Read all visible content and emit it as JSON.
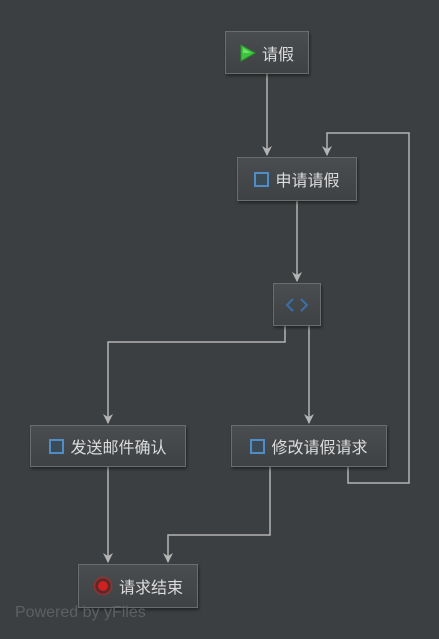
{
  "diagram": {
    "nodes": [
      {
        "id": "start",
        "type": "start-event",
        "icon": "play-triangle-icon",
        "label": "请假"
      },
      {
        "id": "apply",
        "type": "user-task",
        "icon": "task-square-icon",
        "label": "申请请假"
      },
      {
        "id": "gateway",
        "type": "exclusive-gateway",
        "icon": "gateway-diamond-icon",
        "label": ""
      },
      {
        "id": "email",
        "type": "user-task",
        "icon": "task-square-icon",
        "label": "发送邮件确认"
      },
      {
        "id": "modify",
        "type": "user-task",
        "icon": "task-square-icon",
        "label": "修改请假请求"
      },
      {
        "id": "end",
        "type": "end-event",
        "icon": "end-event-icon",
        "label": "请求结束"
      }
    ],
    "edges": [
      {
        "from": "start",
        "to": "apply"
      },
      {
        "from": "apply",
        "to": "gateway"
      },
      {
        "from": "gateway",
        "to": "email"
      },
      {
        "from": "gateway",
        "to": "modify"
      },
      {
        "from": "modify",
        "to": "apply"
      },
      {
        "from": "email",
        "to": "end"
      },
      {
        "from": "modify",
        "to": "end"
      }
    ]
  },
  "watermark": "Powered by yFiles",
  "colors": {
    "background": "#3c3f41",
    "edge": "#b4b4b4",
    "task_icon": "#4f8dc4",
    "start_icon": "#3cc43c",
    "end_icon": "#d02020",
    "text": "#dcdcdc"
  }
}
